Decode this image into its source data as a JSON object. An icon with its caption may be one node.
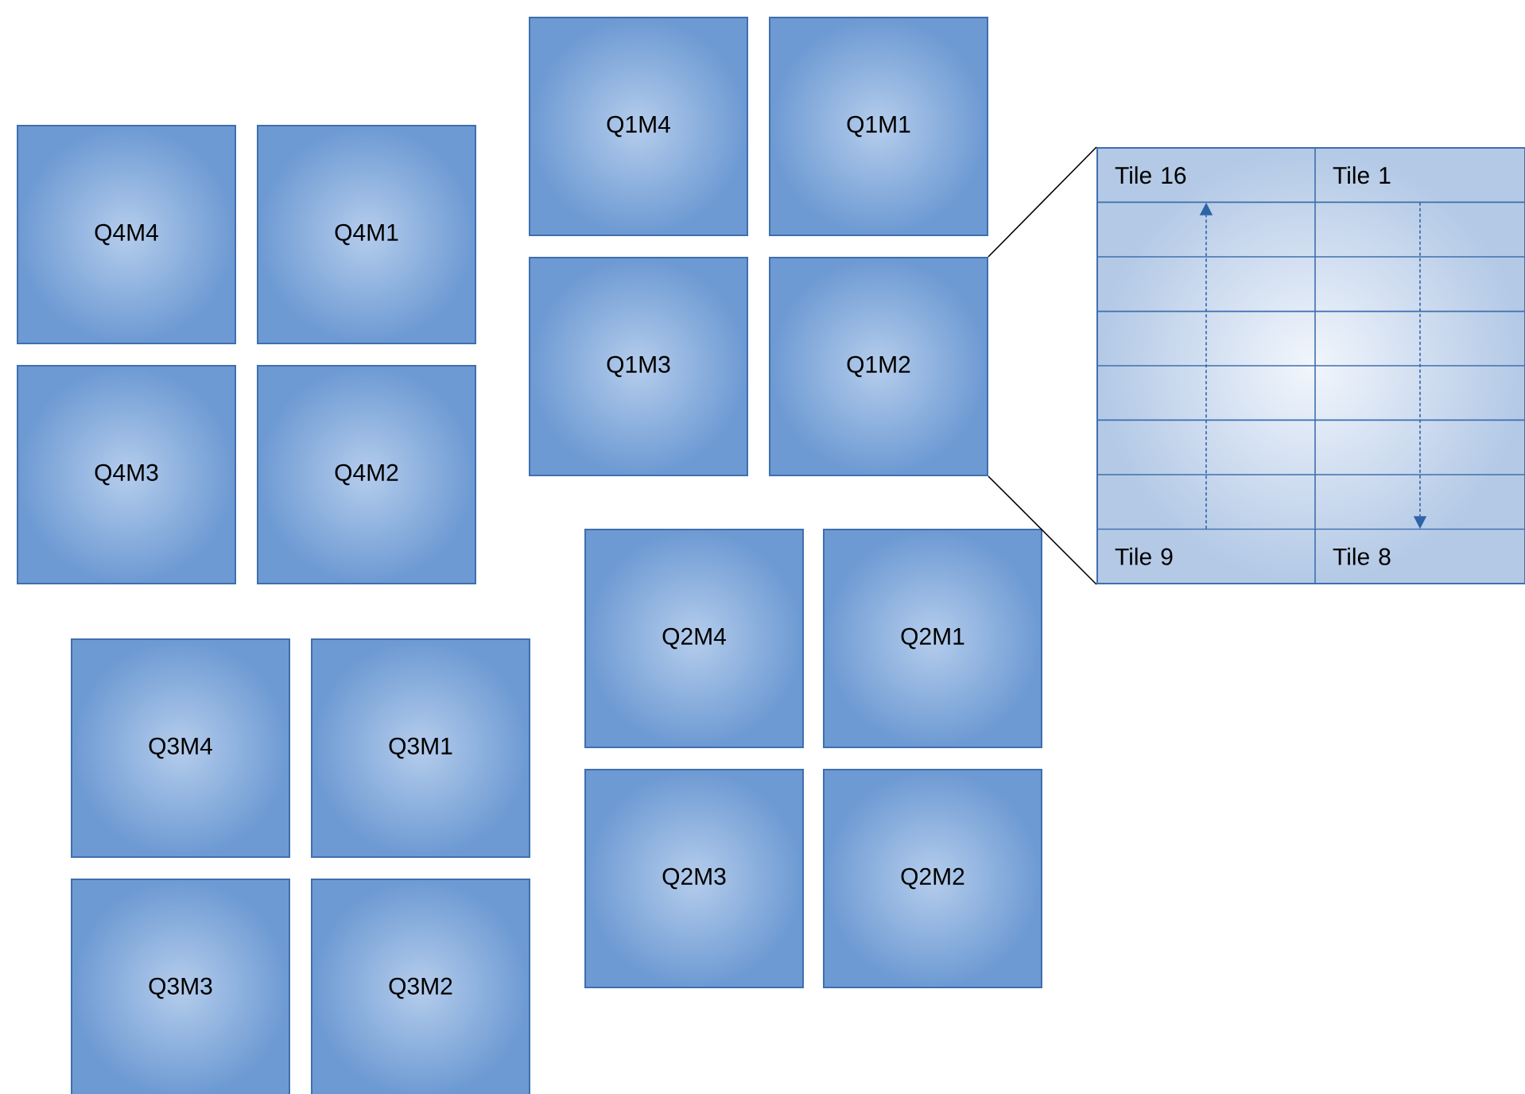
{
  "diagram": {
    "nodes": [
      {
        "text": [
          "Q4M4"
        ]
      },
      {
        "text": [
          "Q4M1"
        ]
      },
      {
        "text": [
          "Q4M3"
        ]
      },
      {
        "text": [
          "Q4M2"
        ]
      },
      {
        "text": [
          "Q1M4"
        ]
      },
      {
        "text": [
          "Q1M1"
        ]
      },
      {
        "text": [
          "Q1M3"
        ]
      },
      {
        "text": [
          "Q1M2"
        ]
      },
      {
        "text": [],
        "shape": "box"
      },
      {
        "text": [
          "Tile 16"
        ],
        "in": 8
      },
      {
        "text": [
          "Tile 1"
        ],
        "in": 8
      },
      {
        "text": [
          "Tile 9"
        ],
        "in": 8
      },
      {
        "text": [
          "Tile 8"
        ],
        "in": 8
      },
      {
        "text": [
          "Q2M4"
        ]
      },
      {
        "text": [
          "Q2M1"
        ]
      },
      {
        "text": [
          "Q2M3"
        ]
      },
      {
        "text": [
          "Q2M2"
        ]
      },
      {
        "text": [
          "Q3M4"
        ]
      },
      {
        "text": [
          "Q3M1"
        ]
      },
      {
        "text": [
          "Q3M3"
        ]
      },
      {
        "text": [
          "Q3M2"
        ]
      }
    ],
    "edges": [
      {
        "from": 7,
        "to": 8,
        "arrow": "none"
      },
      {
        "from": 7,
        "to": 8,
        "arrow": "none"
      },
      {
        "from": 11,
        "to": 9,
        "arrow": "to",
        "style": "dashed",
        "color": "#2f64a8"
      },
      {
        "from": 10,
        "to": 12,
        "arrow": "to",
        "style": "dashed",
        "color": "#2f64a8"
      }
    ]
  }
}
